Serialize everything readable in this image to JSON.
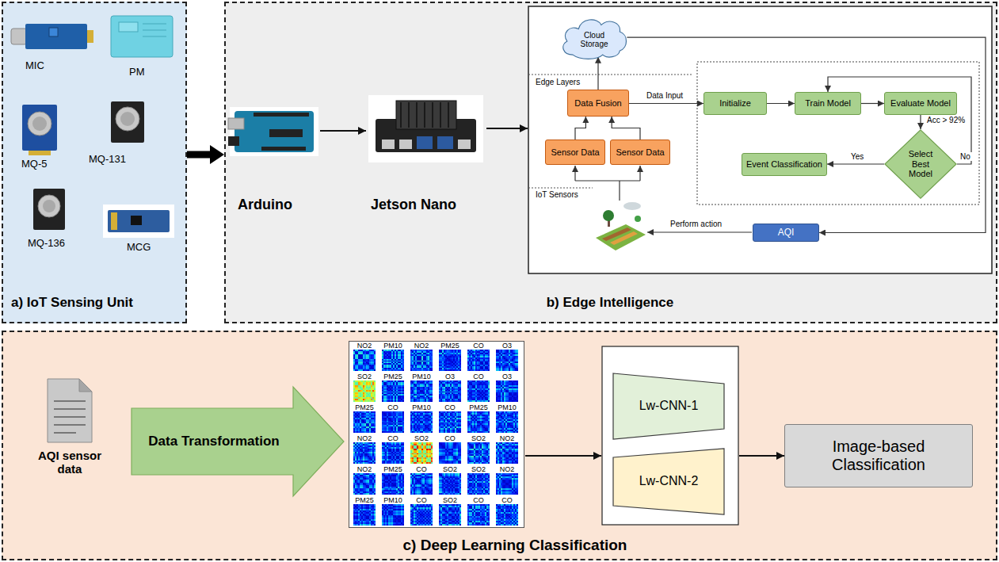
{
  "diagram": {
    "nodes": [
      {
        "text": [
          "a) IoT Sensing Unit"
        ]
      },
      {
        "text": [
          "b) Edge Intelligence"
        ]
      },
      {
        "text": [
          "Cloud Storage"
        ],
        "in": 1
      },
      {
        "text": [
          "Data Fusion"
        ],
        "in": 1
      },
      {
        "text": [
          "Sensor Data"
        ],
        "in": 1
      },
      {
        "text": [
          "Sensor Data"
        ],
        "in": 1
      },
      {
        "text": [
          "Initialize"
        ],
        "in": 1
      },
      {
        "text": [
          "Train Model"
        ],
        "in": 1
      },
      {
        "text": [
          "Evaluate Model"
        ],
        "in": 1
      },
      {
        "text": [
          "Select Best Model"
        ],
        "in": 1
      },
      {
        "text": [
          "Event Classification"
        ],
        "in": 1
      },
      {
        "text": [
          "AQI"
        ],
        "in": 1
      },
      {
        "text": [
          "c) Deep Learning Classification"
        ]
      },
      {
        "text": [
          "Data Transformation"
        ],
        "in": 12
      },
      {
        "text": [
          "NO2",
          "PM10",
          "NO2",
          "PM25",
          "CO",
          "O3",
          "SO2",
          "PM25",
          "PM10",
          "O3",
          "CO",
          "O3",
          "PM25",
          "CO",
          "PM10",
          "CO",
          "PM25",
          "PM10",
          "NO2",
          "CO",
          "SO2",
          "CO",
          "SO2",
          "NO2",
          "NO2",
          "PM25",
          "CO",
          "SO2",
          "SO2",
          "NO2",
          "PM25",
          "PM10",
          "CO",
          "SO2",
          "CO",
          "CO"
        ],
        "in": 12
      },
      {
        "text": [
          "Lw-CNN-1"
        ],
        "in": 12
      },
      {
        "text": [
          "Lw-CNN-2"
        ],
        "in": 12
      },
      {
        "text": [
          "Image-based Classification"
        ],
        "in": 12
      }
    ],
    "edges": [
      {
        "from": 0,
        "to": 1,
        "arrow": "to"
      },
      {
        "from": 4,
        "to": 3,
        "arrow": "to"
      },
      {
        "from": 5,
        "to": 3,
        "arrow": "to"
      },
      {
        "from": 3,
        "to": 2,
        "arrow": "to"
      },
      {
        "from": 3,
        "to": 6,
        "label": "Data Input",
        "arrow": "to"
      },
      {
        "from": 6,
        "to": 7,
        "arrow": "to"
      },
      {
        "from": 7,
        "to": 8,
        "arrow": "to"
      },
      {
        "from": 8,
        "to": 9,
        "label": "Acc > 92%",
        "arrow": "to"
      },
      {
        "from": 9,
        "to": 10,
        "label": "Yes",
        "arrow": "to"
      },
      {
        "from": 9,
        "to": 7,
        "label": "No",
        "arrow": "to"
      },
      {
        "from": 2,
        "to": 11,
        "arrow": "to"
      }
    ],
    "labels": [
      "MIC",
      "PM",
      "MQ-5",
      "MQ-131",
      "MQ-136",
      "MCG",
      "Arduino",
      "Jetson Nano",
      "Edge Layers",
      "IoT Sensors",
      "Perform action",
      "AQI sensor data"
    ]
  }
}
